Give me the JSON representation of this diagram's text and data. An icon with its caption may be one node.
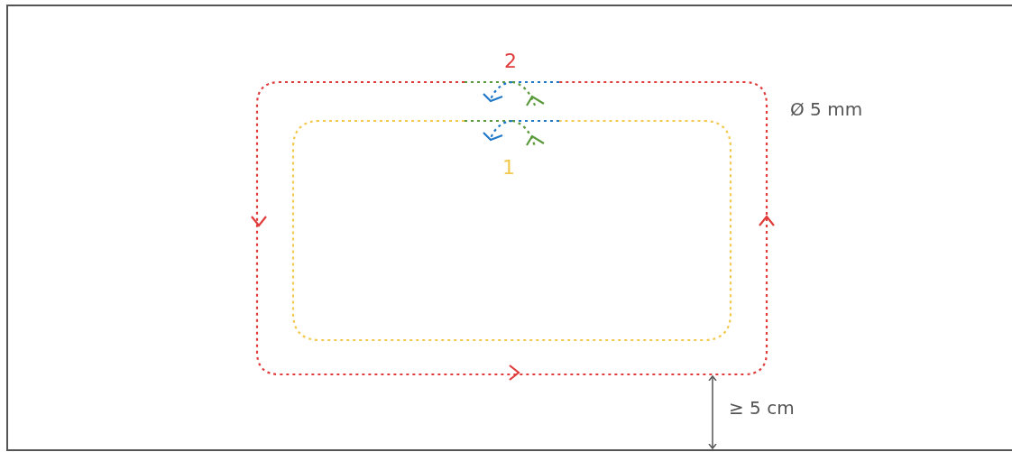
{
  "diagram": {
    "labels": [
      "2",
      "Ø 5 mm",
      "1",
      "≥ 5 cm"
    ]
  }
}
